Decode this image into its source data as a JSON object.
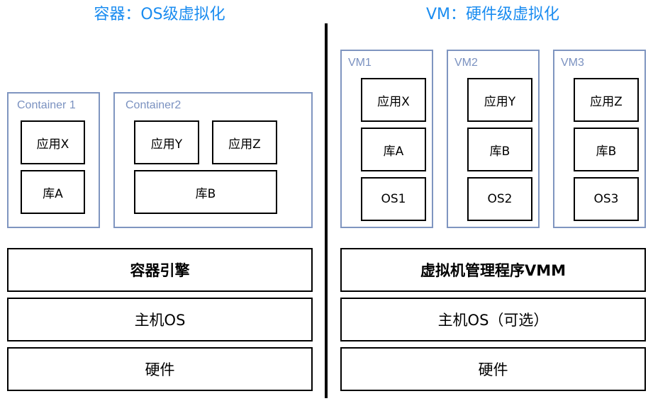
{
  "colors": {
    "title": "#1a8cf0",
    "group_border": "#7f95c0",
    "group_label": "#7a91c0",
    "box_border": "#000000",
    "divider": "#000000"
  },
  "left": {
    "title": "容器：OS级虚拟化",
    "container1": {
      "label": "Container 1",
      "app": "应用X",
      "lib": "库A"
    },
    "container2": {
      "label": "Container2",
      "app_y": "应用Y",
      "app_z": "应用Z",
      "lib": "库B"
    },
    "layers": {
      "engine": "容器引擎",
      "host_os": "主机OS",
      "hardware": "硬件"
    }
  },
  "right": {
    "title": "VM：硬件级虚拟化",
    "vms": [
      {
        "label": "VM1",
        "app": "应用X",
        "lib": "库A",
        "os": "OS1"
      },
      {
        "label": "VM2",
        "app": "应用Y",
        "lib": "库B",
        "os": "OS2"
      },
      {
        "label": "VM3",
        "app": "应用Z",
        "lib": "库B",
        "os": "OS3"
      }
    ],
    "layers": {
      "hypervisor": "虚拟机管理程序VMM",
      "host_os": "主机OS（可选）",
      "hardware": "硬件"
    }
  }
}
